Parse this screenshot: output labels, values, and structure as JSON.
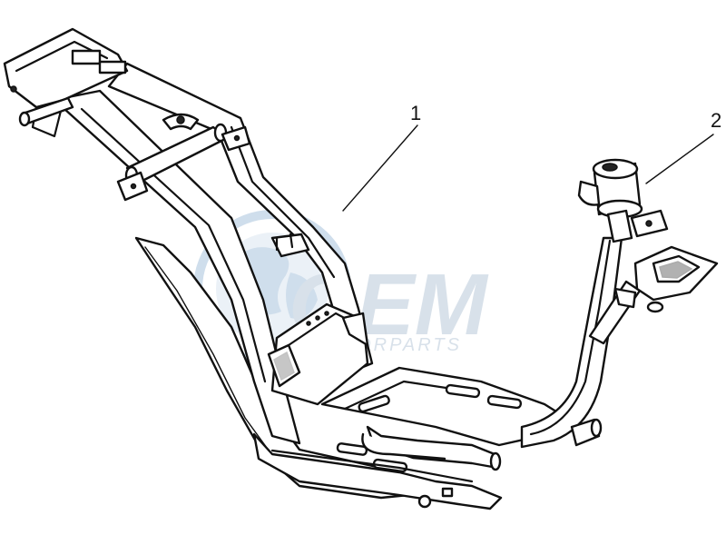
{
  "callouts": [
    {
      "number": "1"
    },
    {
      "number": "2"
    }
  ],
  "watermark": {
    "logo_text": "OEM",
    "subtitle": "MOTORPARTS",
    "color": "#c9d6e3",
    "globe_color": "#a9c4dd"
  },
  "colors": {
    "ink": "#111111",
    "paper": "#ffffff"
  }
}
